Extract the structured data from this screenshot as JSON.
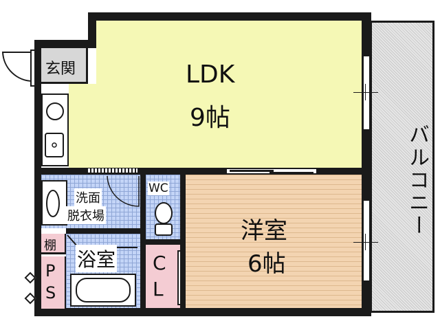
{
  "rooms": {
    "entrance": "玄関",
    "ldk_name": "LDK",
    "ldk_size": "9帖",
    "washroom_line1": "洗面",
    "washroom_line2": "脱衣場",
    "wc": "WC",
    "bath": "浴室",
    "shelf": "棚",
    "ps_p": "P",
    "ps_s": "S",
    "closet_c": "C",
    "closet_l": "L",
    "western_name": "洋室",
    "western_size": "6帖",
    "balcony": "バルコニー"
  },
  "colors": {
    "ldk_floor": "#f5f8b5",
    "western_floor": "#f3d4b1",
    "tile_floor": "#c4d5f7",
    "entrance_floor": "#d7d7d7",
    "pink_floor": "#f4ccd3",
    "balcony_floor": "#e6e6e6",
    "wall": "#1a1a1a"
  }
}
